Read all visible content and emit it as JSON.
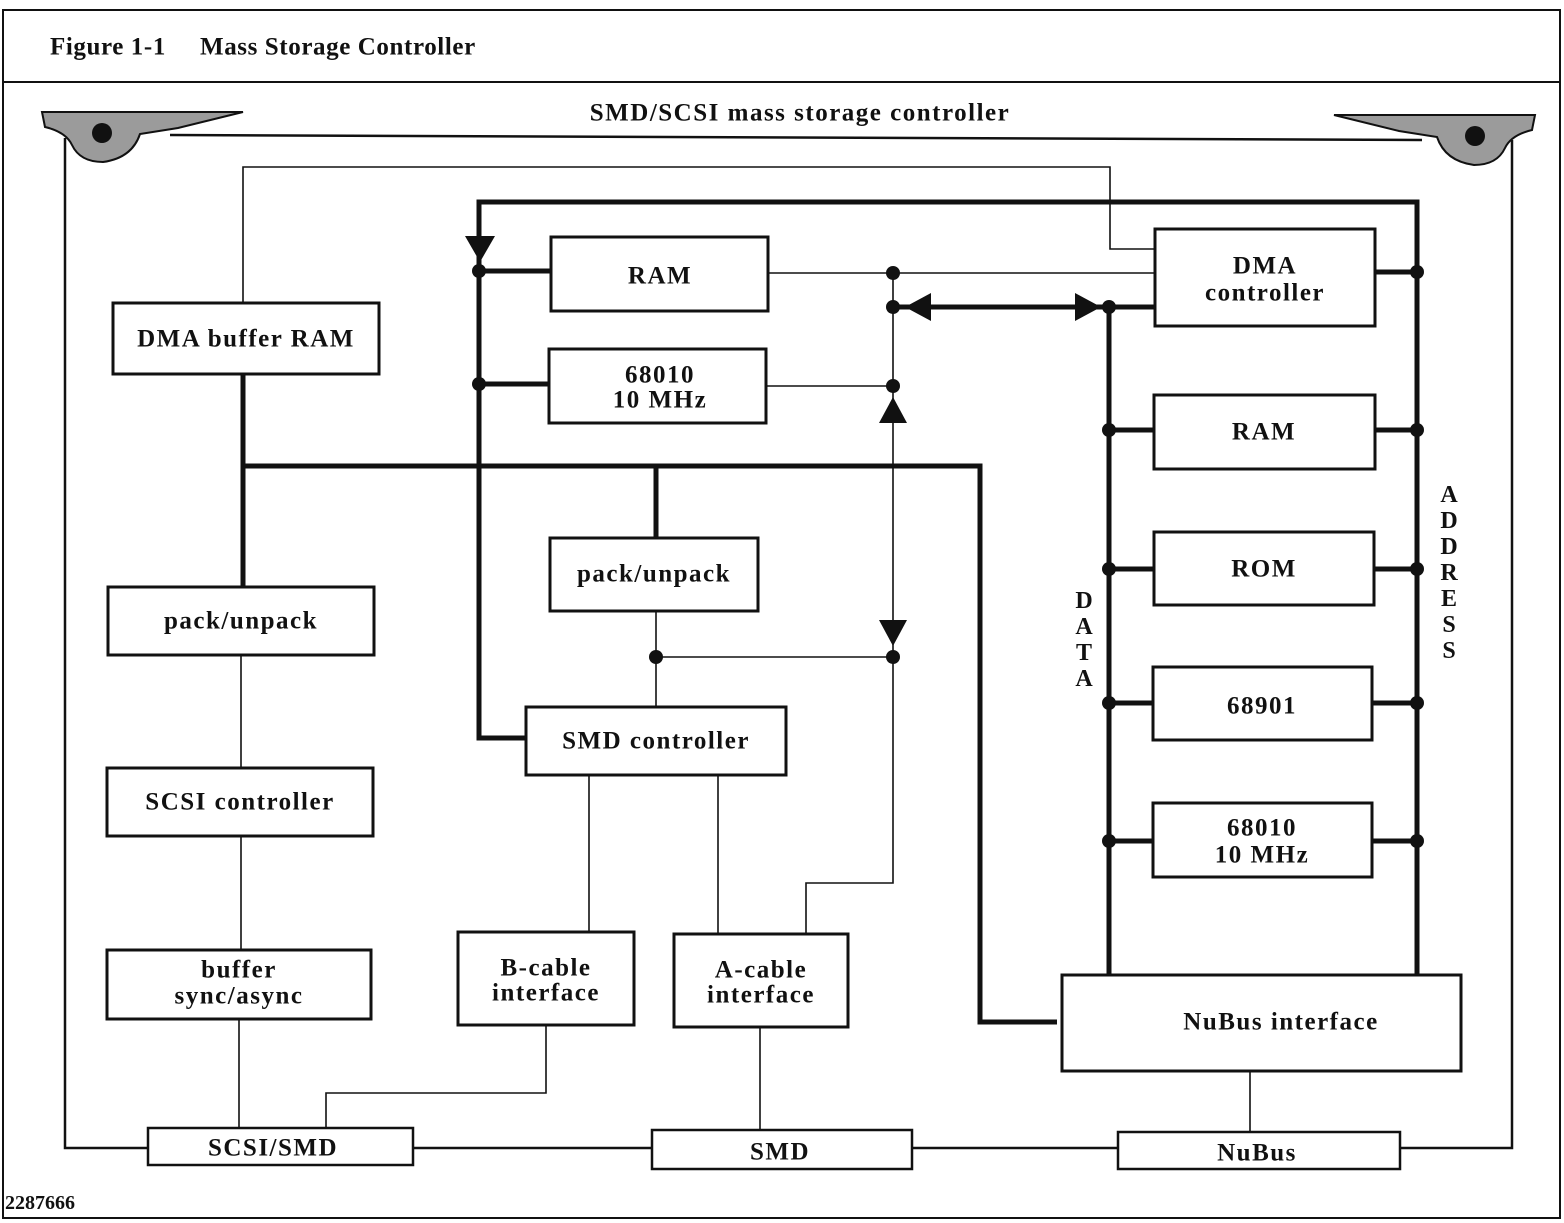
{
  "figure": {
    "number": "Figure 1-1",
    "title": "Mass Storage Controller",
    "code": "2287666"
  },
  "board": {
    "title": "SMD/SCSI mass storage controller"
  },
  "blocks": {
    "dma_buffer_ram": "DMA buffer RAM",
    "pack_unpack_left": "pack/unpack",
    "scsi_controller": "SCSI controller",
    "buffer_sync_async": [
      "buffer",
      "sync/async"
    ],
    "local_ram": "RAM",
    "local_cpu": [
      "68010",
      "10 MHz"
    ],
    "pack_unpack_center": "pack/unpack",
    "smd_controller": "SMD controller",
    "b_cable_interface": [
      "B-cable",
      "interface"
    ],
    "a_cable_interface": [
      "A-cable",
      "interface"
    ],
    "dma_controller": [
      "DMA",
      "controller"
    ],
    "ram": "RAM",
    "rom": "ROM",
    "block_68901": "68901",
    "cpu": [
      "68010",
      "10 MHz"
    ],
    "nubus_interface": "NuBus interface"
  },
  "connectors": {
    "scsi_smd": "SCSI/SMD",
    "smd": "SMD",
    "nubus": "NuBus"
  },
  "bus_labels": {
    "data": "DATA",
    "address": "ADDRESS"
  },
  "colors": {
    "ink": "#111111",
    "paper": "#ffffff",
    "ejector_fill": "#9b9b9b"
  }
}
